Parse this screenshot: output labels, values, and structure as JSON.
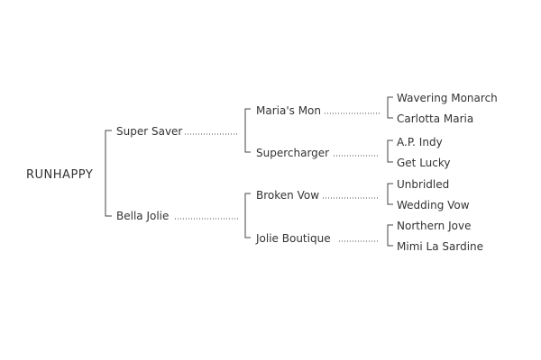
{
  "pedigree": {
    "subject": "RUNHAPPY",
    "sire": {
      "name": "Super Saver",
      "sire": {
        "name": "Maria's Mon",
        "sire": "Wavering Monarch",
        "dam": "Carlotta Maria"
      },
      "dam": {
        "name": "Supercharger",
        "sire": "A.P. Indy",
        "dam": "Get Lucky"
      }
    },
    "dam": {
      "name": "Bella Jolie",
      "sire": {
        "name": "Broken Vow",
        "sire": "Unbridled",
        "dam": "Wedding Vow"
      },
      "dam": {
        "name": "Jolie Boutique",
        "sire": "Northern Jove",
        "dam": "Mimi La Sardine"
      }
    }
  },
  "colors": {
    "text": "#333333",
    "lines": "#444444",
    "background": "#ffffff"
  }
}
